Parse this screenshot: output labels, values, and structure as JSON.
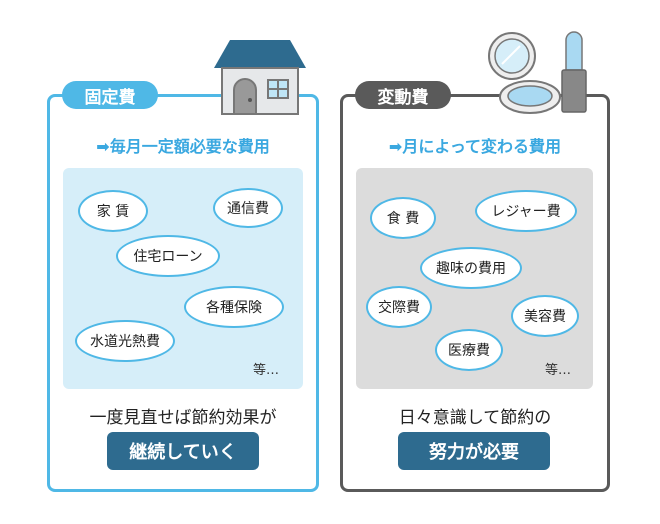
{
  "fixed": {
    "tag": "固定費",
    "subtitle": "➡毎月一定額必要な費用",
    "items": [
      "家 賃",
      "通信費",
      "住宅ローン",
      "各種保険",
      "水道光熱費"
    ],
    "etc": "等…",
    "footer": "一度見直せば節約効果が",
    "highlight": "継続していく"
  },
  "variable": {
    "tag": "変動費",
    "subtitle": "➡月によって変わる費用",
    "items": [
      "食 費",
      "レジャー費",
      "趣味の費用",
      "交際費",
      "美容費",
      "医療費"
    ],
    "etc": "等…",
    "footer": "日々意識して節約の",
    "highlight": "努力が必要"
  },
  "colors": {
    "blue": "#4fb8e6",
    "gray": "#5a5a5a",
    "navy": "#2e6b8f"
  }
}
